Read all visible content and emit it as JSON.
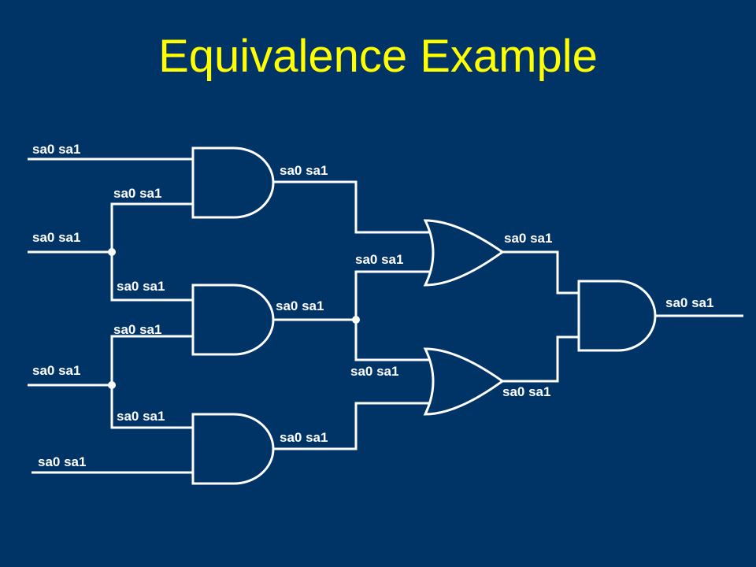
{
  "slide": {
    "title": "Equivalence Example",
    "background_color": "#003366",
    "title_color": "#ffff00"
  },
  "circuit": {
    "labels": {
      "in_a": "sa0 sa1",
      "in_b": "sa0 sa1",
      "in_c": "sa0 sa1",
      "in_d": "sa0 sa1",
      "b_to_and1": "sa0 sa1",
      "b_to_and2": "sa0 sa1",
      "c_to_and2": "sa0 sa1",
      "c_to_and3": "sa0 sa1",
      "and1_out": "sa0 sa1",
      "and2_out": "sa0 sa1",
      "and3_out": "sa0 sa1",
      "and2_to_or1": "sa0 sa1",
      "and2_to_or2": "sa0 sa1",
      "or1_out": "sa0 sa1",
      "or2_out": "sa0 sa1",
      "final_out": "sa0 sa1"
    },
    "gates": [
      "and",
      "and",
      "and",
      "or",
      "or",
      "and"
    ]
  }
}
